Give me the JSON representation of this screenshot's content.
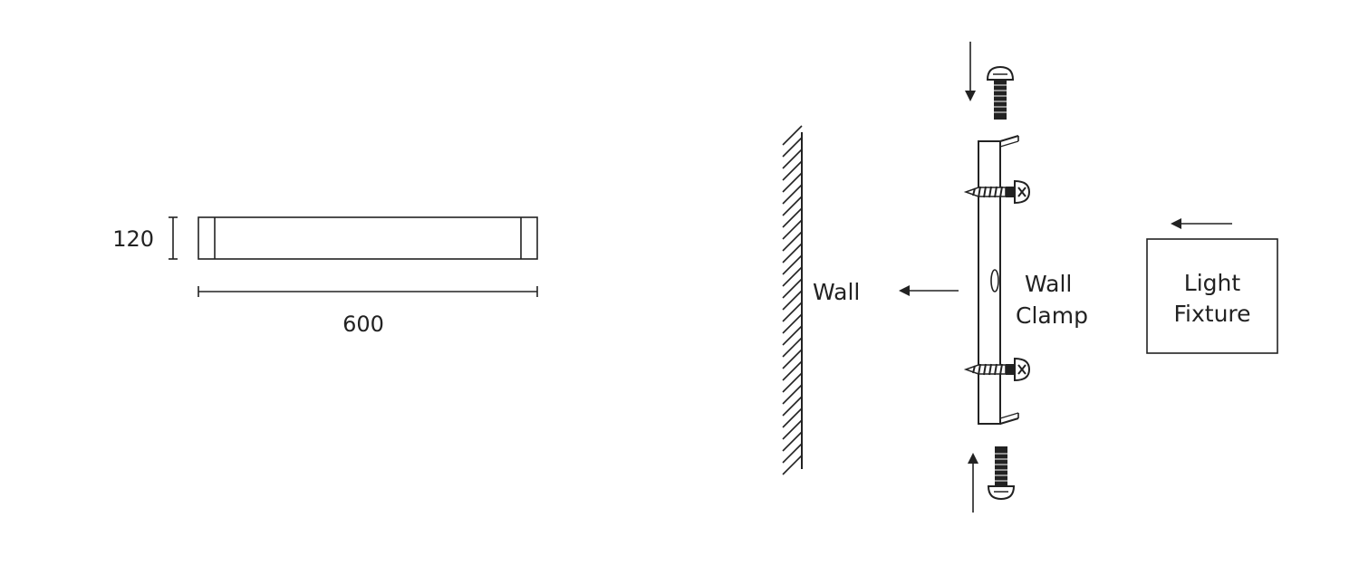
{
  "dimensions": {
    "height_label": "120",
    "width_label": "600"
  },
  "labels": {
    "wall": "Wall",
    "clamp_line1": "Wall",
    "clamp_line2": "Clamp",
    "fixture_line1": "Light",
    "fixture_line2": "Fixture"
  },
  "colors": {
    "stroke": "#222222",
    "background": "#ffffff"
  },
  "icons": [
    "arrow-down-icon",
    "arrow-up-icon",
    "arrow-left-icon",
    "machine-screw-icon",
    "wood-screw-icon"
  ]
}
